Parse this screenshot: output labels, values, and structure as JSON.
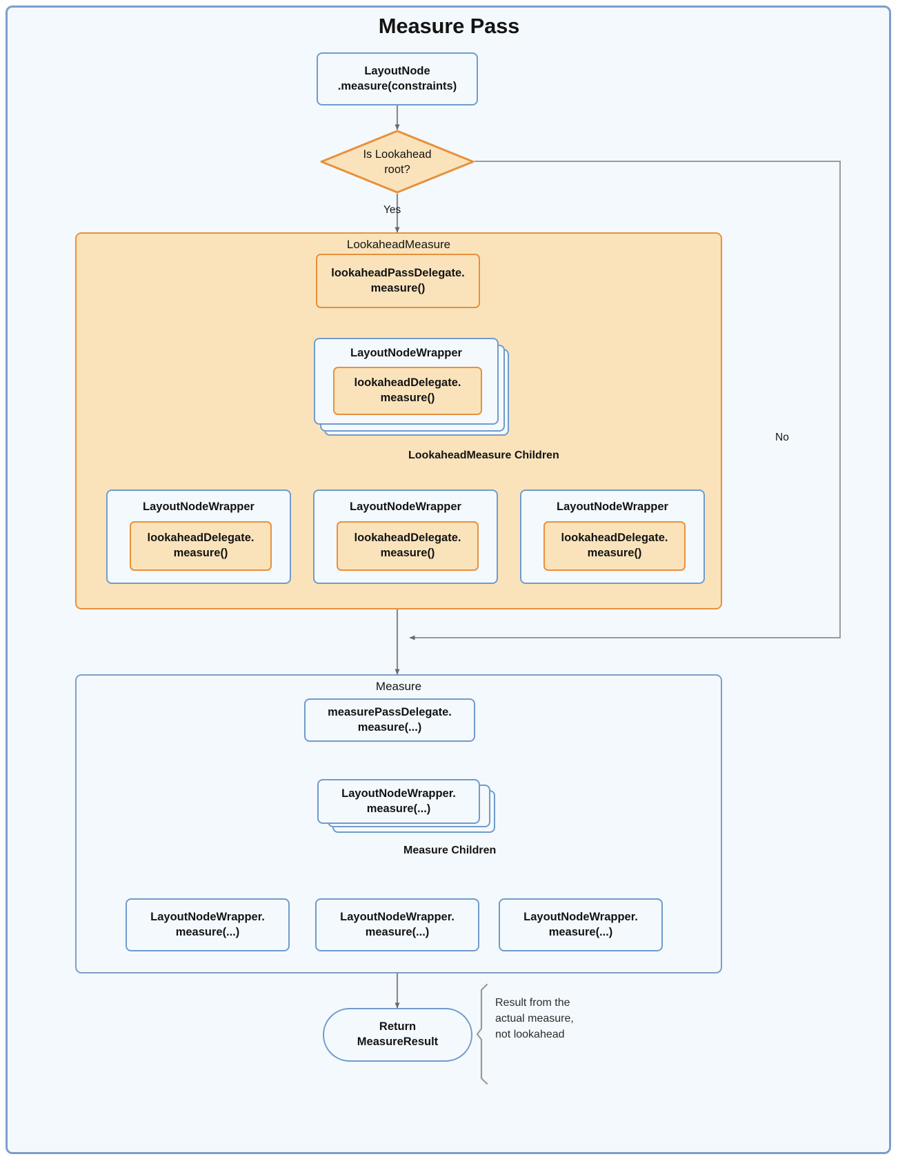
{
  "diagram": {
    "title": "Measure Pass",
    "start": {
      "line1": "LayoutNode",
      "line2": ".measure(constraints)"
    },
    "decision": {
      "line1": "Is Lookahead",
      "line2": "root?",
      "yes_label": "Yes",
      "no_label": "No"
    },
    "lookahead_group": {
      "label": "LookaheadMeasure",
      "delegate": {
        "line1": "lookaheadPassDelegate.",
        "line2": "measure()"
      },
      "root_wrapper": {
        "title": "LayoutNodeWrapper",
        "inner_line1": "lookaheadDelegate.",
        "inner_line2": "measure()"
      },
      "children_edge_label": "LookaheadMeasure Children",
      "children": [
        {
          "title": "LayoutNodeWrapper",
          "inner_line1": "lookaheadDelegate.",
          "inner_line2": "measure()"
        },
        {
          "title": "LayoutNodeWrapper",
          "inner_line1": "lookaheadDelegate.",
          "inner_line2": "measure()"
        },
        {
          "title": "LayoutNodeWrapper",
          "inner_line1": "lookaheadDelegate.",
          "inner_line2": "measure()"
        }
      ]
    },
    "measure_group": {
      "label": "Measure",
      "delegate": {
        "line1": "measurePassDelegate.",
        "line2": "measure(...)"
      },
      "root_wrapper": {
        "line1": "LayoutNodeWrapper.",
        "line2": "measure(...)"
      },
      "children_edge_label": "Measure Children",
      "children": [
        {
          "line1": "LayoutNodeWrapper.",
          "line2": "measure(...)"
        },
        {
          "line1": "LayoutNodeWrapper.",
          "line2": "measure(...)"
        },
        {
          "line1": "LayoutNodeWrapper.",
          "line2": "measure(...)"
        }
      ]
    },
    "result": {
      "line1": "Return",
      "line2": "MeasureResult",
      "note": "Result from the\nactual measure,\nnot lookahead"
    },
    "colors": {
      "page_background": "#f4f9fd",
      "frame_border": "#7b9fc9",
      "box_border": "#6f9bcb",
      "box_fill": "#f4f9fd",
      "accent_orange_fill": "#fae3bb",
      "accent_orange_border": "#e8903c",
      "arrow": "#808080",
      "text": "#131313"
    }
  }
}
